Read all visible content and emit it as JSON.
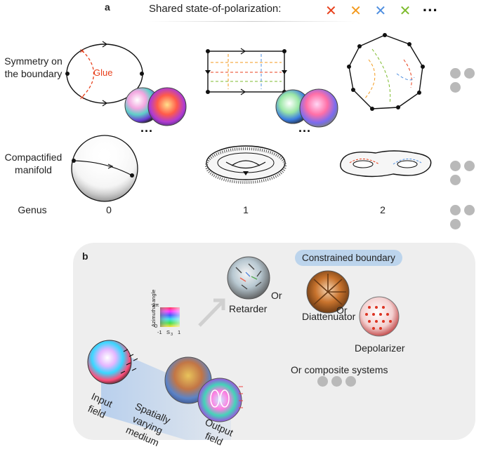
{
  "panel_a": {
    "letter": "a",
    "legend_label": "Shared state-of-polarization:",
    "legend_crosses": [
      {
        "symbol": "✕",
        "color": "#e8401c"
      },
      {
        "symbol": "✕",
        "color": "#f39a1e"
      },
      {
        "symbol": "✕",
        "color": "#4f8fe0"
      },
      {
        "symbol": "✕",
        "color": "#7dbb2c"
      }
    ],
    "legend_more": "···",
    "row_labels": {
      "symmetry": "Symmetry on the boundary",
      "manifold": "Compactified manifold",
      "genus": "Genus"
    },
    "glue_label": "Glue",
    "genus_values": [
      "0",
      "1",
      "2"
    ],
    "more_dots": "···"
  },
  "panel_b": {
    "letter": "b",
    "constrained_boundary": "Constrained boundary",
    "colorbar": {
      "ylabel": "Azimuthal angle",
      "top": "2π",
      "bottom": "0",
      "x_min": "-1",
      "x_label": "S",
      "x_sub": "3",
      "x_max": "1"
    },
    "retarder": "Retarder",
    "or1": "Or",
    "diattenuator": "Diattenuator",
    "or2": "Or",
    "depolarizer": "Depolarizer",
    "composite": "Or composite systems",
    "input_field": "Input field",
    "medium": "Spatially varying medium",
    "output_field": "Output field"
  }
}
